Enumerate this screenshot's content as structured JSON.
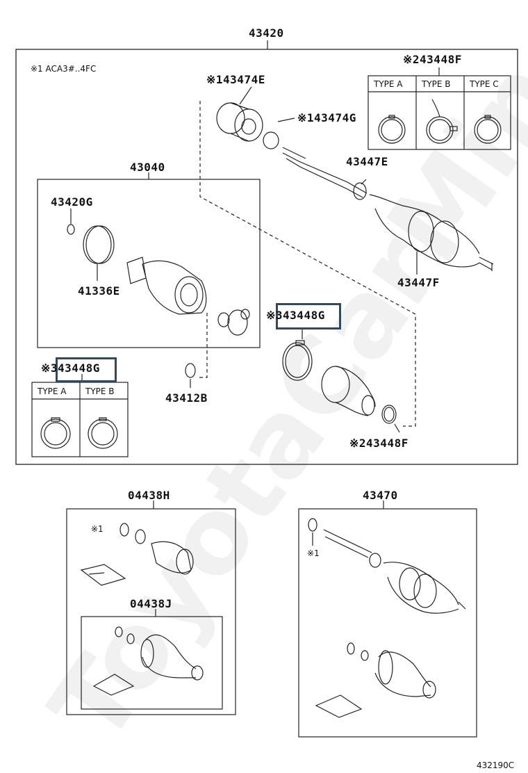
{
  "watermark": "ToyotaCarMine.it",
  "diagram_code": "432190C",
  "main_assembly": {
    "part_number": "43420",
    "note": "※1 ACA3#..4FC"
  },
  "sub_assembly": {
    "part_number": "43040"
  },
  "labels": {
    "p43474E": "※143474E",
    "p43474G": "※143474G",
    "p43448F_top": "※243448F",
    "p43447E": "43447E",
    "p43447F": "43447F",
    "p43420G": "43420G",
    "p41336E": "41336E",
    "p43448G_mid": "※343448G",
    "p43448G_left": "※343448G",
    "p43412B": "43412B",
    "p43448F_bottom": "※243448F",
    "p04438H": "04438H",
    "p04438J": "04438J",
    "p43470": "43470",
    "mark1_a": "※1",
    "mark1_b": "※1"
  },
  "type_table_top": {
    "headers": [
      "TYPE A",
      "TYPE B",
      "TYPE C"
    ]
  },
  "type_table_left": {
    "headers": [
      "TYPE A",
      "TYPE B"
    ]
  }
}
